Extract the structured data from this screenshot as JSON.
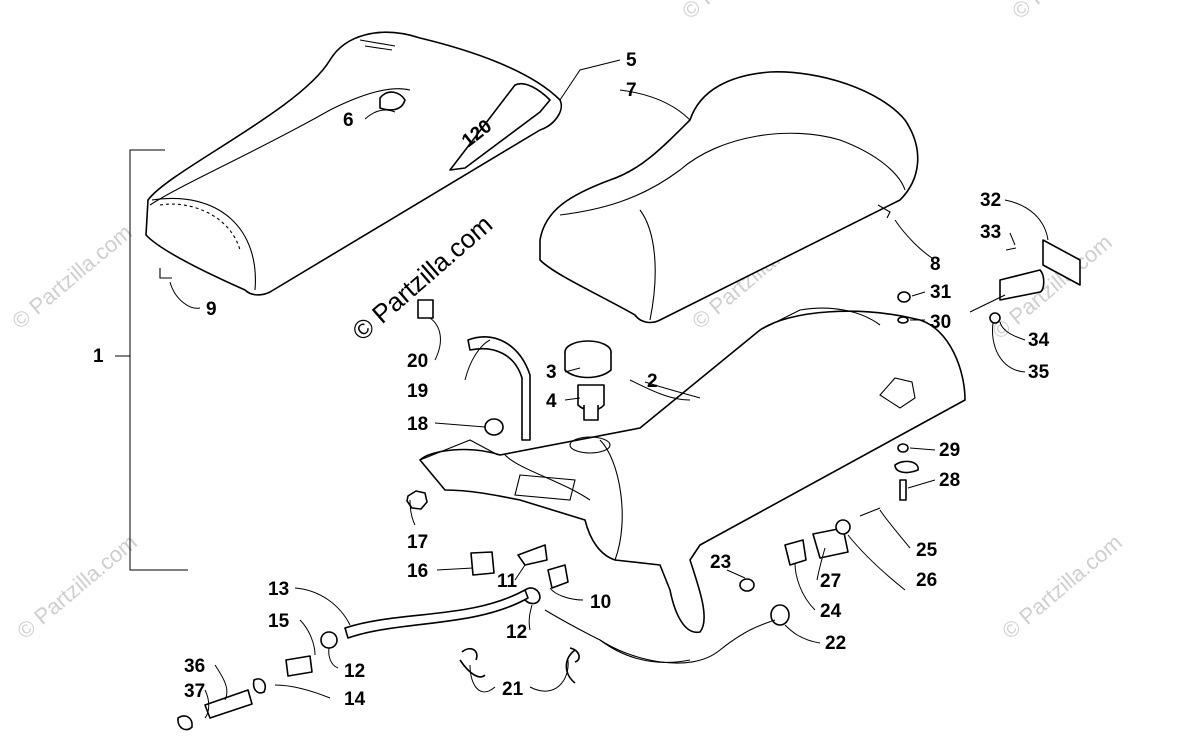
{
  "watermark": {
    "main": "© Partzilla.com",
    "faint": "© Partzilla.com"
  },
  "seat_badge": "120",
  "callouts": [
    {
      "id": "c1",
      "text": "1"
    },
    {
      "id": "c2",
      "text": "2"
    },
    {
      "id": "c3",
      "text": "3"
    },
    {
      "id": "c4",
      "text": "4"
    },
    {
      "id": "c5",
      "text": "5"
    },
    {
      "id": "c6",
      "text": "6"
    },
    {
      "id": "c7",
      "text": "7"
    },
    {
      "id": "c8",
      "text": "8"
    },
    {
      "id": "c9",
      "text": "9"
    },
    {
      "id": "c10",
      "text": "10"
    },
    {
      "id": "c11",
      "text": "11"
    },
    {
      "id": "c12a",
      "text": "12"
    },
    {
      "id": "c12b",
      "text": "12"
    },
    {
      "id": "c13",
      "text": "13"
    },
    {
      "id": "c14",
      "text": "14"
    },
    {
      "id": "c15",
      "text": "15"
    },
    {
      "id": "c16",
      "text": "16"
    },
    {
      "id": "c17",
      "text": "17"
    },
    {
      "id": "c18",
      "text": "18"
    },
    {
      "id": "c19",
      "text": "19"
    },
    {
      "id": "c20",
      "text": "20"
    },
    {
      "id": "c21",
      "text": "21"
    },
    {
      "id": "c22",
      "text": "22"
    },
    {
      "id": "c23",
      "text": "23"
    },
    {
      "id": "c24",
      "text": "24"
    },
    {
      "id": "c25",
      "text": "25"
    },
    {
      "id": "c26",
      "text": "26"
    },
    {
      "id": "c27",
      "text": "27"
    },
    {
      "id": "c28",
      "text": "28"
    },
    {
      "id": "c29",
      "text": "29"
    },
    {
      "id": "c30",
      "text": "30"
    },
    {
      "id": "c31",
      "text": "31"
    },
    {
      "id": "c32",
      "text": "32"
    },
    {
      "id": "c33",
      "text": "33"
    },
    {
      "id": "c34",
      "text": "34"
    },
    {
      "id": "c35",
      "text": "35"
    },
    {
      "id": "c36",
      "text": "36"
    },
    {
      "id": "c37",
      "text": "37"
    }
  ]
}
